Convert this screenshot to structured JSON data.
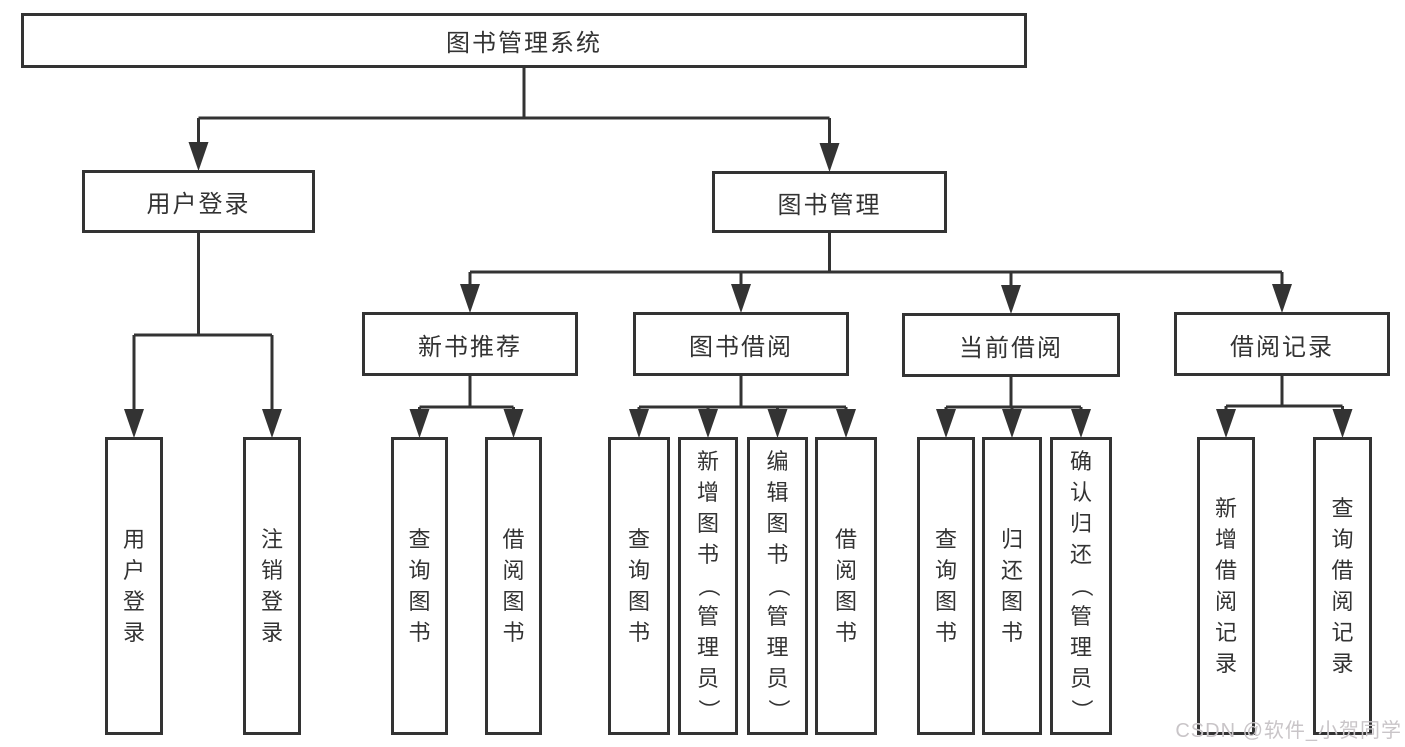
{
  "diagram": {
    "nodes": [
      {
        "id": "system",
        "label": "图书管理系统"
      },
      {
        "id": "user-login",
        "label": "用户登录"
      },
      {
        "id": "book-mgmt",
        "label": "图书管理"
      },
      {
        "id": "new-books",
        "label": "新书推荐"
      },
      {
        "id": "book-borrow",
        "label": "图书借阅"
      },
      {
        "id": "current-borrow",
        "label": "当前借阅"
      },
      {
        "id": "borrow-records",
        "label": "借阅记录"
      },
      {
        "id": "login",
        "label": "用户登录"
      },
      {
        "id": "logout",
        "label": "注销登录"
      },
      {
        "id": "nb-query-book",
        "label": "查询图书"
      },
      {
        "id": "nb-borrow-book",
        "label": "借阅图书"
      },
      {
        "id": "bb-query-book",
        "label": "查询图书"
      },
      {
        "id": "bb-add-book",
        "label": "新增图书（管理员）"
      },
      {
        "id": "bb-edit-book",
        "label": "编辑图书（管理员）"
      },
      {
        "id": "bb-borrow-book",
        "label": "借阅图书"
      },
      {
        "id": "cb-query-book",
        "label": "查询图书"
      },
      {
        "id": "cb-return-book",
        "label": "归还图书"
      },
      {
        "id": "cb-confirm-return",
        "label": "确认归还（管理员）"
      },
      {
        "id": "br-add-record",
        "label": "新增借阅记录"
      },
      {
        "id": "br-query-record",
        "label": "查询借阅记录"
      }
    ],
    "edges": [
      {
        "parent": "system",
        "children": [
          "user-login",
          "book-mgmt"
        ]
      },
      {
        "parent": "user-login",
        "children": [
          "login",
          "logout"
        ]
      },
      {
        "parent": "book-mgmt",
        "children": [
          "new-books",
          "book-borrow",
          "current-borrow",
          "borrow-records"
        ]
      },
      {
        "parent": "new-books",
        "children": [
          "nb-query-book",
          "nb-borrow-book"
        ]
      },
      {
        "parent": "book-borrow",
        "children": [
          "bb-query-book",
          "bb-add-book",
          "bb-edit-book",
          "bb-borrow-book"
        ]
      },
      {
        "parent": "current-borrow",
        "children": [
          "cb-query-book",
          "cb-return-book",
          "cb-confirm-return"
        ]
      },
      {
        "parent": "borrow-records",
        "children": [
          "br-add-record",
          "br-query-record"
        ]
      }
    ]
  },
  "watermark": {
    "text": "CSDN @软件_小贺同学"
  },
  "colors": {
    "line": "#333333",
    "text": "#333333",
    "watermark": "#c9c5c8",
    "background": "#ffffff"
  }
}
